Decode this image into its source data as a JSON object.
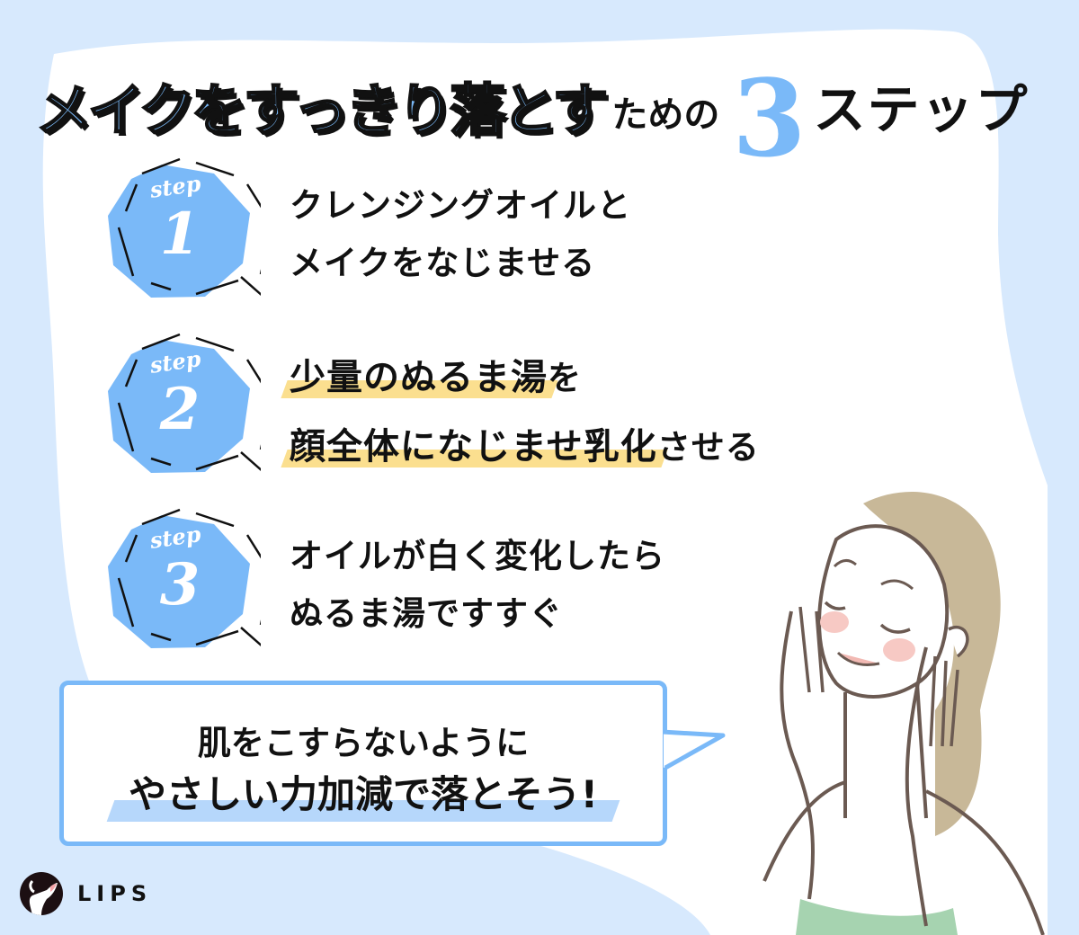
{
  "title": {
    "highlight": "メイクをすっきり落とす",
    "middle": "ための",
    "number": "3",
    "tail": "ステップ"
  },
  "steps": [
    {
      "label": "step",
      "number": "1",
      "lines": [
        "クレンジングオイルと",
        "メイクをなじませる"
      ]
    },
    {
      "label": "step",
      "number": "2",
      "line1_highlight": "少量のぬるま湯",
      "line1_rest": "を",
      "line2_highlight": "顔全体になじませ乳化",
      "line2_rest": "させる"
    },
    {
      "label": "step",
      "number": "3",
      "lines": [
        "オイルが白く変化したら",
        "ぬるま湯ですすぐ"
      ]
    }
  ],
  "bubble": {
    "line1": "肌をこすらないように",
    "line2": "やさしい力加減で落とそう!"
  },
  "logo": {
    "text": "LIPS"
  },
  "colors": {
    "background": "#d7e9fd",
    "panel": "#ffffff",
    "accent_blue": "#7ab9f8",
    "highlight_yellow": "#fbdf8f",
    "highlight_blue": "#b6d7fb",
    "hair": "#c8b898",
    "line_brown": "#6b5a52",
    "shirt_green": "#a6d3b0"
  }
}
